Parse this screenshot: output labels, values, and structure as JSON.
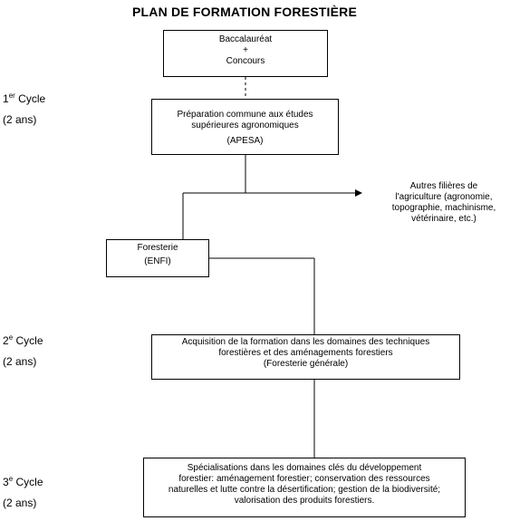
{
  "title": "PLAN DE FORMATION FORESTIÈRE",
  "boxes": {
    "entry": {
      "line1": "Baccalauréat",
      "line2": "+",
      "line3": "Concours"
    },
    "apesa": {
      "line1": "Préparation commune aux études",
      "line2": "supérieures agronomiques",
      "line3": "(APESA)"
    },
    "enfi": {
      "line1": "Foresterie",
      "line2": "(ENFI)"
    },
    "acquisition": {
      "line1": "Acquisition de la formation dans les domaines des techniques",
      "line2": "forestières et des aménagements forestiers",
      "line3": "(Foresterie générale)"
    },
    "specialisations": {
      "line1": "Spécialisations   dans   les  domaines  clés du développement",
      "line2": "forestier: aménagement forestier; conservation des ressources",
      "line3": "naturelles et lutte contre la désertification; gestion de la biodiversité;",
      "line4": "valorisation des produits forestiers."
    }
  },
  "cycles": {
    "first": {
      "number": "1",
      "suffix": "er",
      "word": "Cycle",
      "duration": "(2 ans)"
    },
    "second": {
      "number": "2",
      "suffix": "e",
      "word": "Cycle",
      "duration": "(2 ans)"
    },
    "third": {
      "number": "3",
      "suffix": "e",
      "word": "Cycle",
      "duration": "(2 ans)"
    }
  },
  "other_paths": {
    "line1": "Autres filières de",
    "line2": "l'agriculture (agronomie,",
    "line3": "topographie, machinisme,",
    "line4": "vétérinaire, etc.)"
  }
}
